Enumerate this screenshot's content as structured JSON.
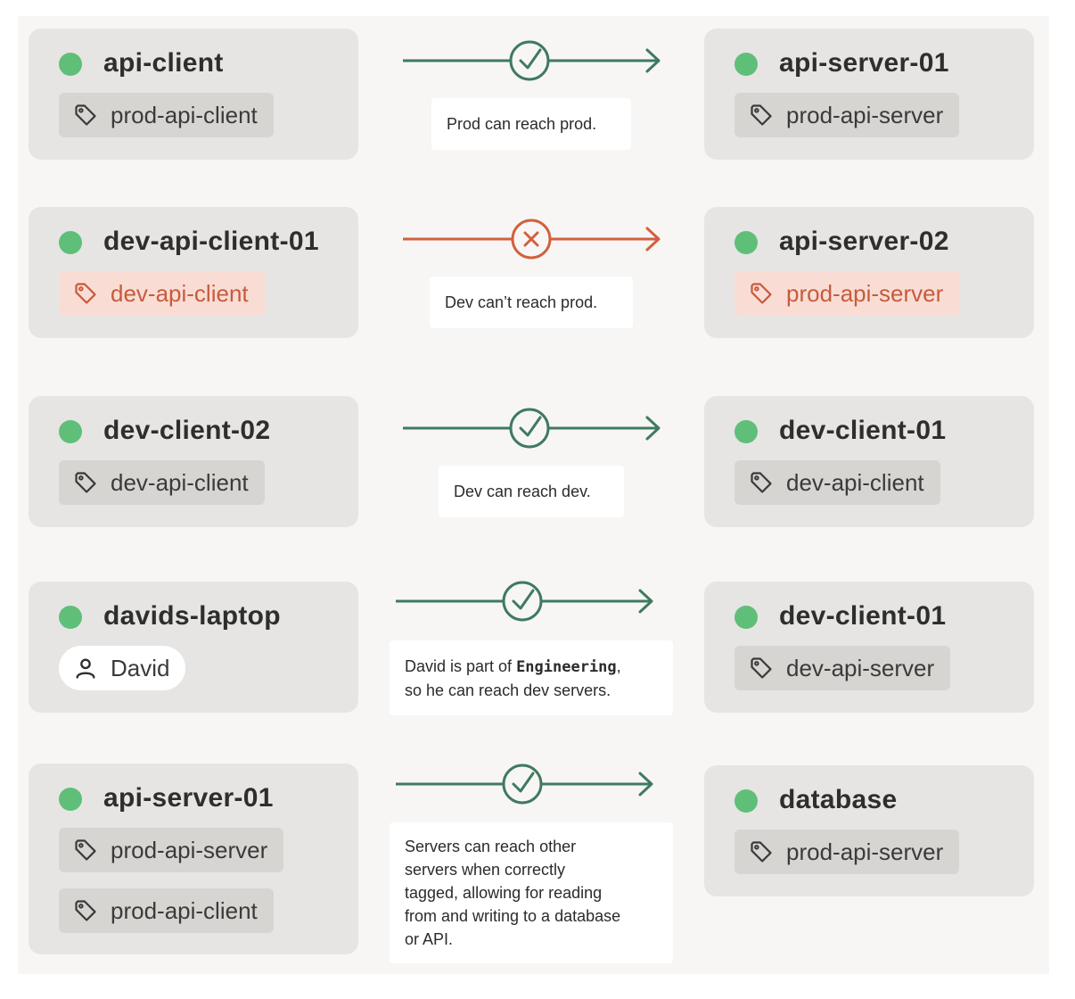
{
  "colors": {
    "allow": "#3f7a5f",
    "deny": "#d2603e",
    "online": "#5fbf79",
    "deny_tag_bg": "#f9ddd4"
  },
  "rows": [
    {
      "source": {
        "name": "api-client",
        "tags": [
          {
            "label": "prod-api-client",
            "icon": "tag-icon",
            "state": "normal"
          }
        ]
      },
      "result": "allowed",
      "result_icon": "check-circle-icon",
      "note": "Prod can reach prod.",
      "target": {
        "name": "api-server-01",
        "tags": [
          {
            "label": "prod-api-server",
            "icon": "tag-icon",
            "state": "normal"
          }
        ]
      }
    },
    {
      "source": {
        "name": "dev-api-client-01",
        "tags": [
          {
            "label": "dev-api-client",
            "icon": "tag-icon",
            "state": "denied"
          }
        ]
      },
      "result": "denied",
      "result_icon": "x-circle-icon",
      "note": "Dev can’t reach prod.",
      "target": {
        "name": "api-server-02",
        "tags": [
          {
            "label": "prod-api-server",
            "icon": "tag-icon",
            "state": "denied"
          }
        ]
      }
    },
    {
      "source": {
        "name": "dev-client-02",
        "tags": [
          {
            "label": "dev-api-client",
            "icon": "tag-icon",
            "state": "normal"
          }
        ]
      },
      "result": "allowed",
      "result_icon": "check-circle-icon",
      "note": "Dev can reach dev.",
      "target": {
        "name": "dev-client-01",
        "tags": [
          {
            "label": "dev-api-client",
            "icon": "tag-icon",
            "state": "normal"
          }
        ]
      }
    },
    {
      "source": {
        "name": "davids-laptop",
        "tags": [
          {
            "label": "David",
            "icon": "user-icon",
            "state": "user"
          }
        ]
      },
      "result": "allowed",
      "result_icon": "check-circle-icon",
      "note": {
        "part1": "David is part of ",
        "group": "Engineering",
        "part2": ",",
        "line2": "so he can reach dev servers."
      },
      "target": {
        "name": "dev-client-01",
        "tags": [
          {
            "label": "dev-api-server",
            "icon": "tag-icon",
            "state": "normal"
          }
        ]
      }
    },
    {
      "source": {
        "name": "api-server-01",
        "tags": [
          {
            "label": "prod-api-server",
            "icon": "tag-icon",
            "state": "normal"
          },
          {
            "label": "prod-api-client",
            "icon": "tag-icon",
            "state": "normal"
          }
        ]
      },
      "result": "allowed",
      "result_icon": "check-circle-icon",
      "note": [
        "Servers can reach other",
        "servers when correctly",
        "tagged, allowing for reading",
        "from and writing to a database",
        "or API."
      ],
      "target": {
        "name": "database",
        "tags": [
          {
            "label": "prod-api-server",
            "icon": "tag-icon",
            "state": "normal"
          }
        ]
      }
    }
  ]
}
